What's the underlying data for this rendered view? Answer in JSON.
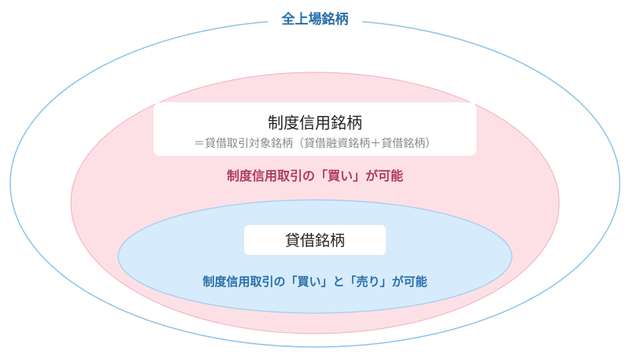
{
  "all_listed": {
    "title": "全上場銘柄"
  },
  "margin_stocks": {
    "title": "制度信用銘柄",
    "subtitle": "＝貸借取引対象銘柄（貸借融資銘柄＋貸借銘柄）",
    "description": "制度信用取引の「買い」が可能"
  },
  "lending_stocks": {
    "title": "貸借銘柄",
    "description": "制度信用取引の「買い」と「売り」が可能"
  },
  "colors": {
    "outer_stroke": "#8cc4e6",
    "title_blue": "#2a6fa8",
    "pink_fill": "#fde0e6",
    "pink_stroke": "#f2b8c6",
    "pink_text": "#b03a5b",
    "blue_fill": "#d6ebfb",
    "blue_stroke": "#9fcdf0",
    "label_box": "#ffffff",
    "dark_text": "#222222",
    "gray_text": "#888888"
  }
}
